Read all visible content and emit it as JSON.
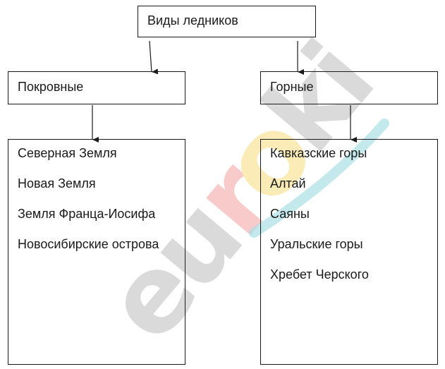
{
  "diagram": {
    "root": {
      "label": "Виды ледников"
    },
    "branches": [
      {
        "label": "Покровные",
        "items": [
          "Северная Земля",
          "Новая Земля",
          "Земля Франца-Иосифа",
          "Новосибирские острова"
        ]
      },
      {
        "label": "Горные",
        "items": [
          "Кавказские горы",
          "Алтай",
          "Саяны",
          "Уральские горы",
          "Хребет Черского"
        ]
      }
    ]
  },
  "watermark": {
    "text": "euroki",
    "colors": [
      "#c8c8c8",
      "#f3a6a6",
      "#f7e08a",
      "#a9e0e6"
    ]
  }
}
